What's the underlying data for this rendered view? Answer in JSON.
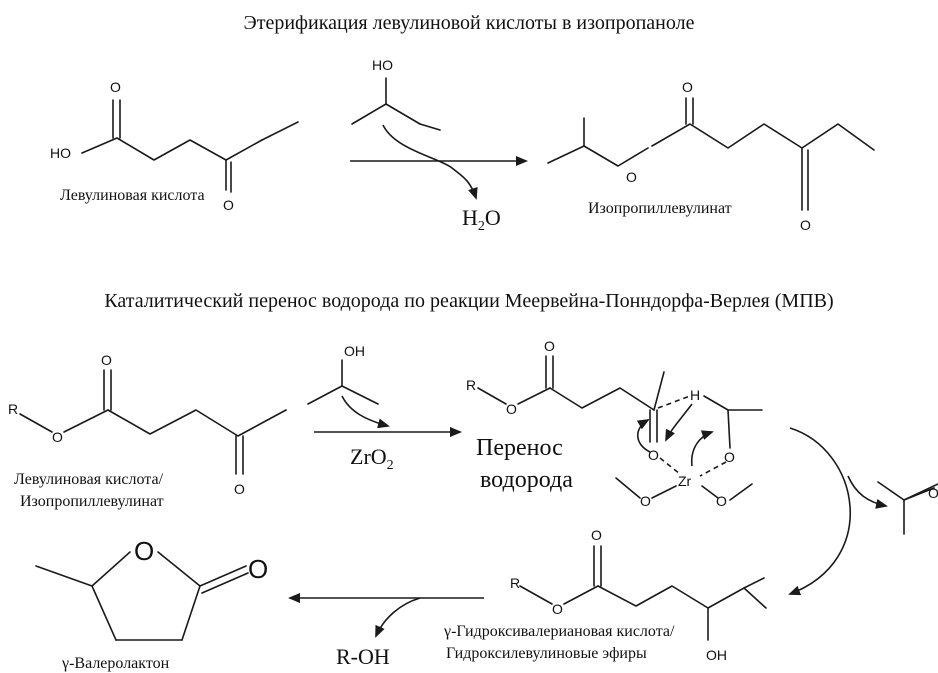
{
  "titles": {
    "esterification": "Этерификация левулиновой кислоты в изопропаноле",
    "mpv": "Каталитический перенос водорода по реакции Меервейна-Понндорфа-Верлея (МПВ)"
  },
  "labels": {
    "levulinic_acid": "Левулиновая кислота",
    "isopropyl_levulinate": "Изопропиллевулинат",
    "water_H": "H",
    "water_sub": "2",
    "water_O": "O",
    "lev_mix_line1": "Левулиновая кислота/",
    "lev_mix_line2": "Изопропиллевулинат",
    "catalyst_main": "ZrO",
    "catalyst_sub": "2",
    "transfer_line1": "Перенос",
    "transfer_line2": "водорода",
    "hydroxy_line1": "γ-Гидроксивалериановая кислота/",
    "hydroxy_line2": "Гидроксилевулиновые эфиры",
    "gvl": "γ-Валеролактон",
    "roh": "R-OH"
  },
  "atoms": {
    "O": "O",
    "HO": "HO",
    "OH": "OH",
    "R": "R",
    "H": "H",
    "Zr": "Zr"
  }
}
